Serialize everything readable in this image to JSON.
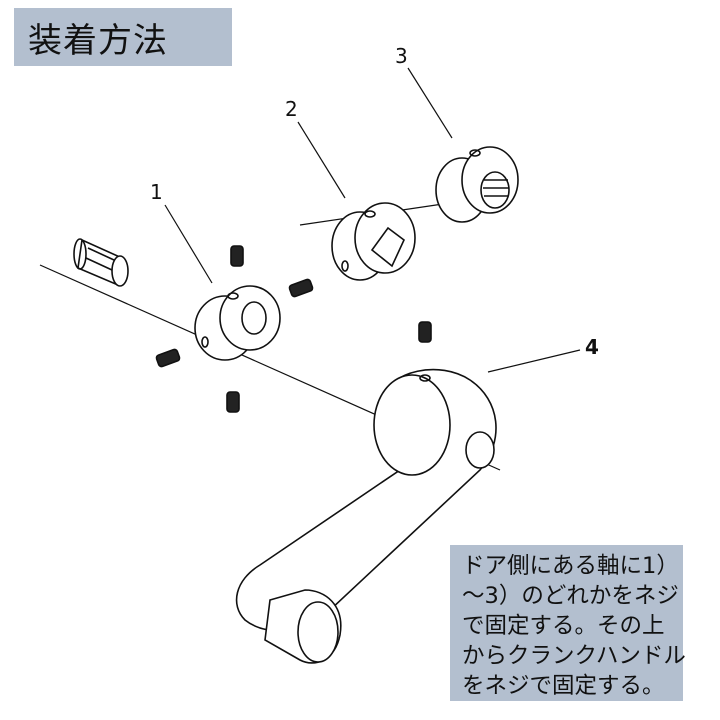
{
  "title": "装着方法",
  "labels": {
    "part1": "1",
    "part2": "2",
    "part3": "3",
    "part4": "4"
  },
  "note": {
    "lines": [
      "ドア側にある軸に1）",
      "〜3）のどれかをネジ",
      "で固定する。その上",
      "からクランクハンドル",
      "をネジで固定する。"
    ]
  },
  "colors": {
    "box": "#b3bfcf"
  }
}
